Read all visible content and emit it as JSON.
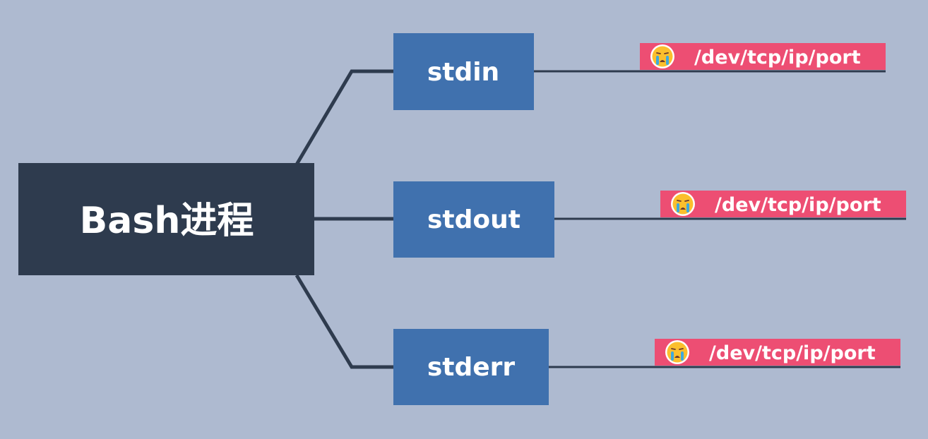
{
  "colors": {
    "background": "#aebad0",
    "root_fill": "#2e3b4e",
    "branch_fill": "#4071ae",
    "tag_fill": "#ed4e73",
    "line": "#2e3b4e",
    "text": "#ffffff",
    "emoji_face": "#fbbf2d",
    "emoji_tears": "#3fa9dc",
    "emoji_mouth": "#6b3a2a"
  },
  "root": {
    "label": "Bash进程"
  },
  "branches": [
    {
      "label": "stdin",
      "tag": {
        "icon": "crying-face-icon",
        "text": "/dev/tcp/ip/port"
      }
    },
    {
      "label": "stdout",
      "tag": {
        "icon": "crying-face-icon",
        "text": "/dev/tcp/ip/port"
      }
    },
    {
      "label": "stderr",
      "tag": {
        "icon": "crying-face-icon",
        "text": "/dev/tcp/ip/port"
      }
    }
  ]
}
